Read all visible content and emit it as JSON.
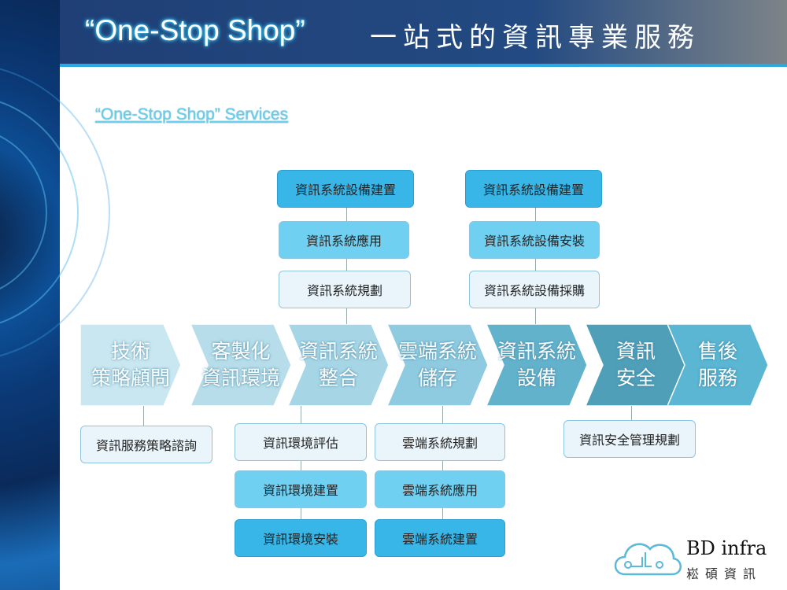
{
  "header": {
    "title": "“One-Stop Shop”",
    "subtitle": "一站式的資訊專業服務"
  },
  "section_title": "“One-Stop Shop” Services",
  "stages": [
    "技術\n策略顧問",
    "客製化\n資訊環境",
    "資訊系統\n整合",
    "雲端系統\n儲存",
    "資訊系統\n設備",
    "資訊\n安全",
    "售後\n服務"
  ],
  "stage_colors": [
    "#c9e7f0",
    "#b6dde9",
    "#a6d6e6",
    "#8fcbe0",
    "#63b2cc",
    "#4f9fb9",
    "#5ab6d2"
  ],
  "top_integration": [
    "資訊系統設備建置",
    "資訊系統應用",
    "資訊系統規劃"
  ],
  "top_equipment": [
    "資訊系統設備建置",
    "資訊系統設備安裝",
    "資訊系統設備採購"
  ],
  "bottom_strategy": [
    "資訊服務策略諮詢"
  ],
  "bottom_environment": [
    "資訊環境評估",
    "資訊環境建置",
    "資訊環境安裝"
  ],
  "bottom_cloud": [
    "雲端系統規劃",
    "雲端系統應用",
    "雲端系統建置"
  ],
  "bottom_security": [
    "資訊安全管理規劃"
  ],
  "logo": {
    "name": "BD infra",
    "cn": "崧碩資訊"
  }
}
